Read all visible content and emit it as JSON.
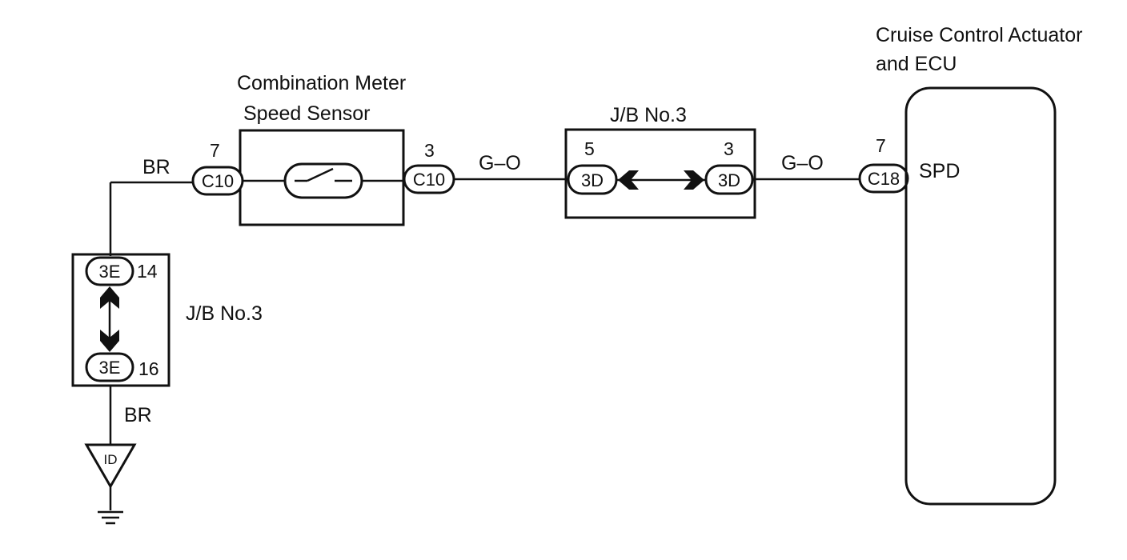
{
  "components": {
    "actuator_title_line1": "Cruise Control Actuator",
    "actuator_title_line2": "and ECU",
    "meter_title_line1": "Combination Meter",
    "meter_title_line2": "Speed Sensor",
    "jb_top_label": "J/B No.3",
    "jb_left_label": "J/B No.3",
    "actuator_terminal": "SPD",
    "ground_symbol_label": "ID"
  },
  "wires": {
    "br_top": "BR",
    "br_bottom": "BR",
    "go_left": "G–O",
    "go_right": "G–O"
  },
  "connectors": {
    "c10_left": {
      "code": "C10",
      "pin": "7"
    },
    "c10_right": {
      "code": "C10",
      "pin": "3"
    },
    "jb3d_left": {
      "code": "3D",
      "pin": "5"
    },
    "jb3d_right": {
      "code": "3D",
      "pin": "3"
    },
    "c18": {
      "code": "C18",
      "pin": "7"
    },
    "jb3e_top": {
      "code": "3E",
      "pin": "14"
    },
    "jb3e_bottom": {
      "code": "3E",
      "pin": "16"
    }
  }
}
